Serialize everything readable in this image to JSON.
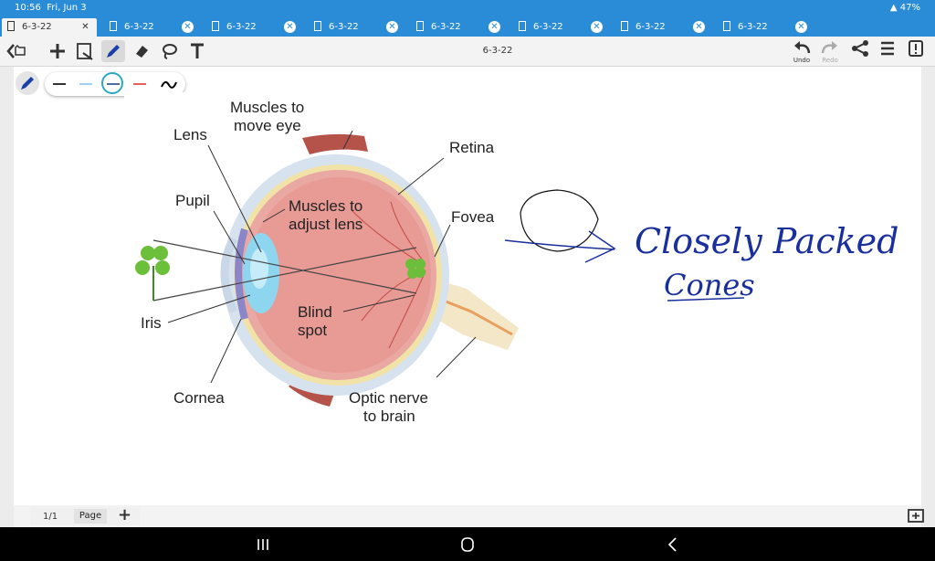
{
  "status": {
    "time": "10:56",
    "date": "Fri, Jun 3",
    "battery": "47%"
  },
  "tabs": [
    {
      "label": "6-3-22",
      "active": true
    },
    {
      "label": "6-3-22",
      "active": false
    },
    {
      "label": "6-3-22",
      "active": false
    },
    {
      "label": "6-3-22",
      "active": false
    },
    {
      "label": "6-3-22",
      "active": false
    },
    {
      "label": "6-3-22",
      "active": false
    },
    {
      "label": "6-3-22",
      "active": false
    },
    {
      "label": "6-3-22",
      "active": false
    }
  ],
  "toolbar": {
    "doc_title": "6-3-22",
    "tools": [
      "back-icon",
      "add-icon",
      "page-view-icon",
      "pen-icon",
      "eraser-icon",
      "lasso-icon",
      "text-icon"
    ],
    "undo_label": "Undo",
    "redo_label": "Redo"
  },
  "pens": {
    "active_color": "#1a3fa8",
    "swatches": [
      "#333333",
      "#9fd0f5",
      "#4a6fa0",
      "#e66060",
      "#000000"
    ]
  },
  "diagram": {
    "labels": {
      "muscles_move_1": "Muscles to",
      "muscles_move_2": "move eye",
      "lens": "Lens",
      "retina": "Retina",
      "pupil": "Pupil",
      "muscles_adjust_1": "Muscles to",
      "muscles_adjust_2": "adjust lens",
      "fovea": "Fovea",
      "iris": "Iris",
      "blind_1": "Blind",
      "blind_2": "spot",
      "cornea": "Cornea",
      "optic_1": "Optic nerve",
      "optic_2": "to brain"
    }
  },
  "annotation": {
    "line1": "Closely Packed",
    "line2": "Cones",
    "ink_color": "#1a2f9e"
  },
  "bottom": {
    "page_count": "1/1",
    "page_label": "Page"
  },
  "nav": [
    "recent-apps-icon",
    "home-icon",
    "back-nav-icon"
  ]
}
